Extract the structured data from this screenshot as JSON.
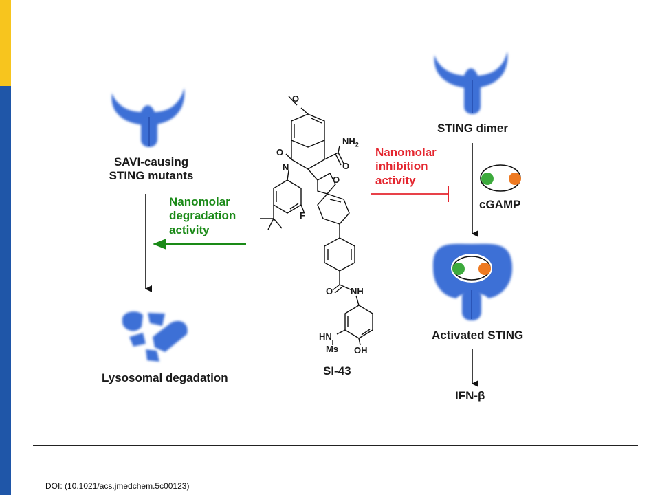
{
  "colors": {
    "accent_yellow": "#f7c51e",
    "accent_blue": "#1f56a8",
    "sting_blue": "#3d6fd6",
    "sting_dark": "#2a55b8",
    "degradation_green": "#1a8a17",
    "inhibition_red": "#e4262f",
    "cgamp_green": "#3daa3d",
    "cgamp_orange": "#ee7a22"
  },
  "left": {
    "mutant_label_line1": "SAVI-causing",
    "mutant_label_line2": "STING mutants",
    "degradation_line1": "Nanomolar",
    "degradation_line2": "degradation",
    "degradation_line3": "activity",
    "lysosomal_label": "Lysosomal degadation"
  },
  "center": {
    "compound_name": "SI-43",
    "atoms": {
      "o_methoxy": "O",
      "o_carbonyl_top": "O",
      "n_ring": "N",
      "nh2": "NH",
      "nh2_sub": "2",
      "o_amide": "O",
      "o_furan": "O",
      "f": "F",
      "o_amide2": "O",
      "nh": "NH",
      "hn": "HN",
      "ms": "Ms",
      "oh": "OH"
    }
  },
  "right": {
    "dimer_label": "STING dimer",
    "inhibition_line1": "Nanomolar",
    "inhibition_line2": "inhibition",
    "inhibition_line3": "activity",
    "cgamp_label": "cGAMP",
    "activated_label": "Activated STING",
    "ifn_label": "IFN-β"
  },
  "footer": {
    "doi": "DOI: (10.1021/acs.jmedchem.5c00123)"
  }
}
